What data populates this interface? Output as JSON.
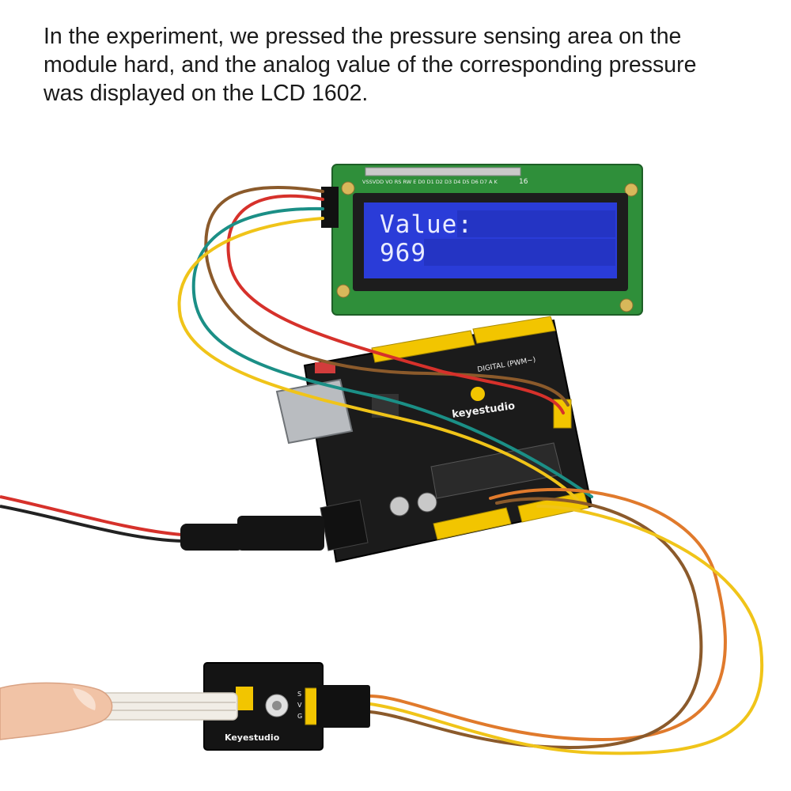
{
  "caption": {
    "line1": "In the experiment, we pressed the pressure sensing area on the",
    "line2": "module hard, and the analog value of the corresponding pressure",
    "line3": "was displayed on the LCD 1602."
  },
  "lcd": {
    "row1": "Value:",
    "row2": "969",
    "pin_label": "VSSVDD VO  RS RW  E  D0 D1 D2 D3 D4 D5 D6 D7  A  K",
    "pin_count": "16"
  },
  "board": {
    "brand": "keyestudio",
    "digital_label": "DIGITAL (PWM~)"
  },
  "sensor": {
    "brand": "Keyestudio",
    "pins": [
      "S",
      "V",
      "G"
    ]
  },
  "colors": {
    "lcd_pcb": "#2f8f3a",
    "lcd_screen": "#2a3cd8",
    "board": "#1b1b1b",
    "header": "#f2c500",
    "wire_brown": "#8b5a2b",
    "wire_orange": "#e07a2c",
    "wire_yellow": "#f0c419",
    "wire_teal": "#1b8f86",
    "wire_red": "#d6312b"
  }
}
